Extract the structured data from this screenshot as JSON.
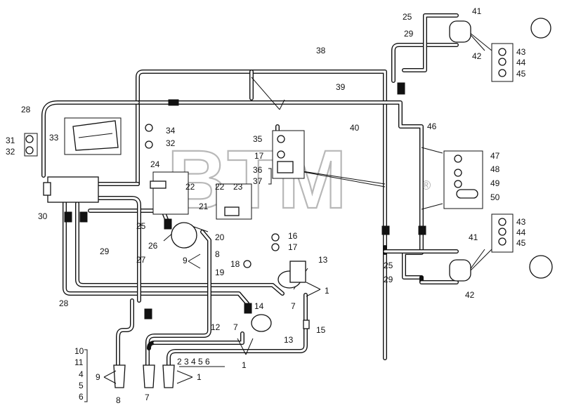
{
  "watermark": {
    "text": "BTM",
    "registered": "®"
  },
  "callouts": [
    {
      "id": "c41a",
      "text": "41"
    },
    {
      "id": "c25a",
      "text": "25"
    },
    {
      "id": "c29a",
      "text": "29"
    },
    {
      "id": "c42a",
      "text": "42"
    },
    {
      "id": "c43a",
      "text": "43"
    },
    {
      "id": "c44a",
      "text": "44"
    },
    {
      "id": "c45a",
      "text": "45"
    },
    {
      "id": "c38",
      "text": "38"
    },
    {
      "id": "c39",
      "text": "39"
    },
    {
      "id": "c40",
      "text": "40"
    },
    {
      "id": "c28a",
      "text": "28"
    },
    {
      "id": "c31",
      "text": "31"
    },
    {
      "id": "c32a",
      "text": "32"
    },
    {
      "id": "c33",
      "text": "33"
    },
    {
      "id": "c34",
      "text": "34"
    },
    {
      "id": "c32b",
      "text": "32"
    },
    {
      "id": "c35",
      "text": "35"
    },
    {
      "id": "c17a",
      "text": "17"
    },
    {
      "id": "c36",
      "text": "36"
    },
    {
      "id": "c37",
      "text": "37"
    },
    {
      "id": "c46",
      "text": "46"
    },
    {
      "id": "c47",
      "text": "47"
    },
    {
      "id": "c48",
      "text": "48"
    },
    {
      "id": "c49",
      "text": "49"
    },
    {
      "id": "c50",
      "text": "50"
    },
    {
      "id": "c24",
      "text": "24"
    },
    {
      "id": "c22a",
      "text": "22"
    },
    {
      "id": "c22b",
      "text": "22"
    },
    {
      "id": "c23",
      "text": "23"
    },
    {
      "id": "c30",
      "text": "30"
    },
    {
      "id": "c21",
      "text": "21"
    },
    {
      "id": "c25b",
      "text": "25"
    },
    {
      "id": "c26",
      "text": "26"
    },
    {
      "id": "c20",
      "text": "20"
    },
    {
      "id": "c9a",
      "text": "9"
    },
    {
      "id": "c8a",
      "text": "8"
    },
    {
      "id": "c19",
      "text": "19"
    },
    {
      "id": "c29b",
      "text": "29"
    },
    {
      "id": "c27",
      "text": "27"
    },
    {
      "id": "c16",
      "text": "16"
    },
    {
      "id": "c17b",
      "text": "17"
    },
    {
      "id": "c18",
      "text": "18"
    },
    {
      "id": "c13a",
      "text": "13"
    },
    {
      "id": "c1a",
      "text": "1"
    },
    {
      "id": "c7a",
      "text": "7"
    },
    {
      "id": "c14",
      "text": "14"
    },
    {
      "id": "c28b",
      "text": "28"
    },
    {
      "id": "c43b",
      "text": "43"
    },
    {
      "id": "c44b",
      "text": "44"
    },
    {
      "id": "c45b",
      "text": "45"
    },
    {
      "id": "c41b",
      "text": "41"
    },
    {
      "id": "c25c",
      "text": "25"
    },
    {
      "id": "c29c",
      "text": "29"
    },
    {
      "id": "c42b",
      "text": "42"
    },
    {
      "id": "c12",
      "text": "12"
    },
    {
      "id": "c15",
      "text": "15"
    },
    {
      "id": "c7b",
      "text": "7"
    },
    {
      "id": "c13b",
      "text": "13"
    },
    {
      "id": "c1b",
      "text": "1"
    },
    {
      "id": "c10",
      "text": "10"
    },
    {
      "id": "c11",
      "text": "11"
    },
    {
      "id": "c4",
      "text": "4"
    },
    {
      "id": "c9b",
      "text": "9"
    },
    {
      "id": "c5",
      "text": "5"
    },
    {
      "id": "c6",
      "text": "6"
    },
    {
      "id": "c8b",
      "text": "8"
    },
    {
      "id": "c7c",
      "text": "7"
    },
    {
      "id": "c1c",
      "text": "1"
    },
    {
      "id": "c2to6",
      "text": "2 3 4 5 6"
    }
  ]
}
